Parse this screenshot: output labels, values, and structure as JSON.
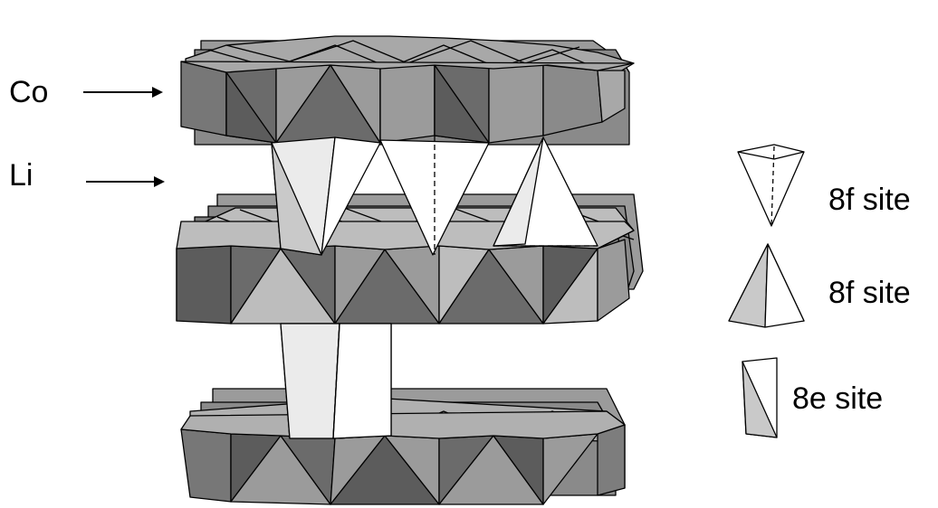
{
  "labels": {
    "co": "Co",
    "li": "Li"
  },
  "legend": [
    {
      "label": "8f site",
      "shape": "tetrahedron-down"
    },
    {
      "label": "8f site",
      "shape": "tetrahedron-up"
    },
    {
      "label": "8e site",
      "shape": "octahedron"
    }
  ],
  "colors": {
    "dark_face": "#6f6f6f",
    "mid_face": "#9b9b9b",
    "light_face": "#c9c9c9",
    "pale_face": "#ebebeb",
    "white_face": "#ffffff",
    "edge": "#000000"
  }
}
